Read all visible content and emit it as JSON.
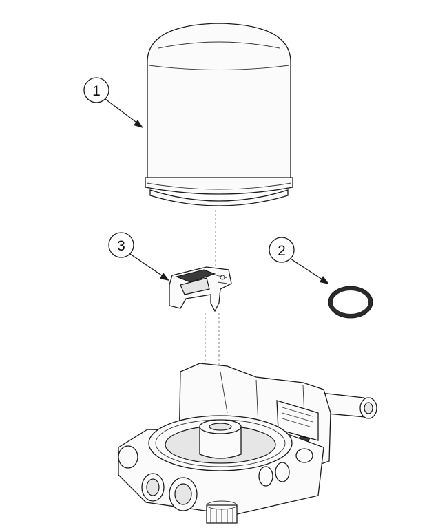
{
  "callouts": [
    {
      "id": "1",
      "label": "1",
      "part": "filter-cartridge"
    },
    {
      "id": "2",
      "label": "2",
      "part": "o-ring"
    },
    {
      "id": "3",
      "label": "3",
      "part": "clip-bracket"
    }
  ],
  "colors": {
    "line": "#1a1a1a",
    "background": "#ffffff",
    "oring": "#2b2b2b"
  }
}
